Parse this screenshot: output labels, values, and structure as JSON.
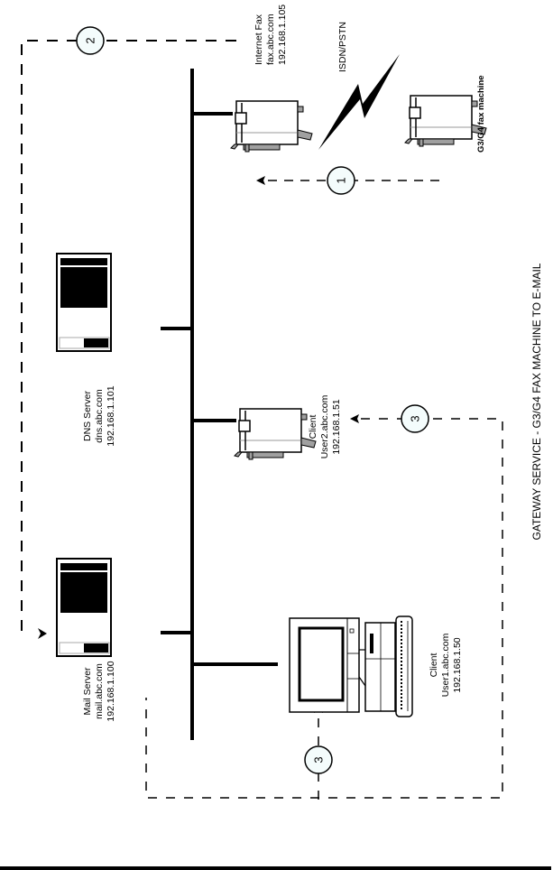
{
  "title": "GATEWAY SERVICE - G3/G4 FAX MACHINE TO E-MAIL",
  "nodes": {
    "internet_fax": {
      "lines": [
        "Internet Fax",
        "fax.abc.com",
        "192.168.1.105"
      ]
    },
    "g3g4_fax": {
      "lines": [
        "G3/G4 fax machine"
      ]
    },
    "isdn": {
      "lines": [
        "ISDN/PSTN"
      ]
    },
    "dns_server": {
      "lines": [
        "DNS Server",
        "dns.abc.com",
        "192.168.1.101"
      ]
    },
    "mail_server": {
      "lines": [
        "Mail Server",
        "mail.abc.com",
        "192.168.1.100"
      ]
    },
    "client2": {
      "lines": [
        "Client",
        "User2.abc.com",
        "192.168.1.51"
      ]
    },
    "client1": {
      "lines": [
        "Client",
        "User1.abc.com",
        "192.168.1.50"
      ]
    }
  },
  "steps": {
    "step1": "1",
    "step2": "2",
    "step3a": "3",
    "step3b": "3"
  },
  "colors": {
    "line": "#000000",
    "circle_fill": "#f4fcfc",
    "device_gray": "#a0a0a0"
  }
}
